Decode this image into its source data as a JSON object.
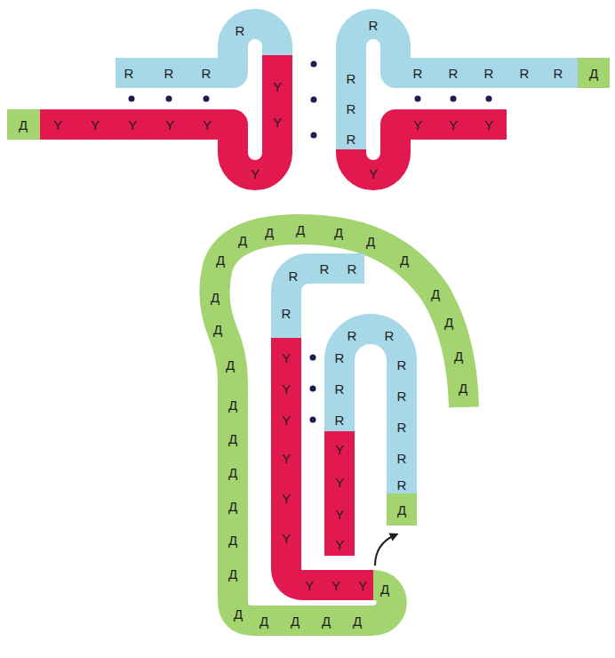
{
  "diagram": {
    "labels": [
      "R",
      "R",
      "R",
      "R",
      "Y",
      "Y",
      "Y",
      "Д",
      "Y",
      "Y",
      "Y",
      "Y",
      "Y",
      "R",
      "R",
      "R",
      "R",
      "R",
      "R",
      "R",
      "R",
      "R",
      "Д",
      "Y",
      "Y",
      "Y",
      "Y",
      "R",
      "R",
      "R",
      "R",
      "Y",
      "Y",
      "Y",
      "Y",
      "Y",
      "Y",
      "Y",
      "Y",
      "Y",
      "R",
      "R",
      "R",
      "R",
      "R",
      "Y",
      "Y",
      "Y",
      "Y",
      "R",
      "R",
      "R",
      "R",
      "R",
      "Д",
      "Д",
      "Д",
      "Д",
      "Д",
      "Д",
      "Д",
      "Д",
      "Д",
      "Д",
      "Д",
      "Д",
      "Д",
      "Д",
      "Д",
      "Д",
      "Д",
      "Д",
      "Д",
      "Д",
      "Д",
      "Д",
      "Д",
      "Д",
      "Д",
      "Д",
      "Д"
    ]
  }
}
